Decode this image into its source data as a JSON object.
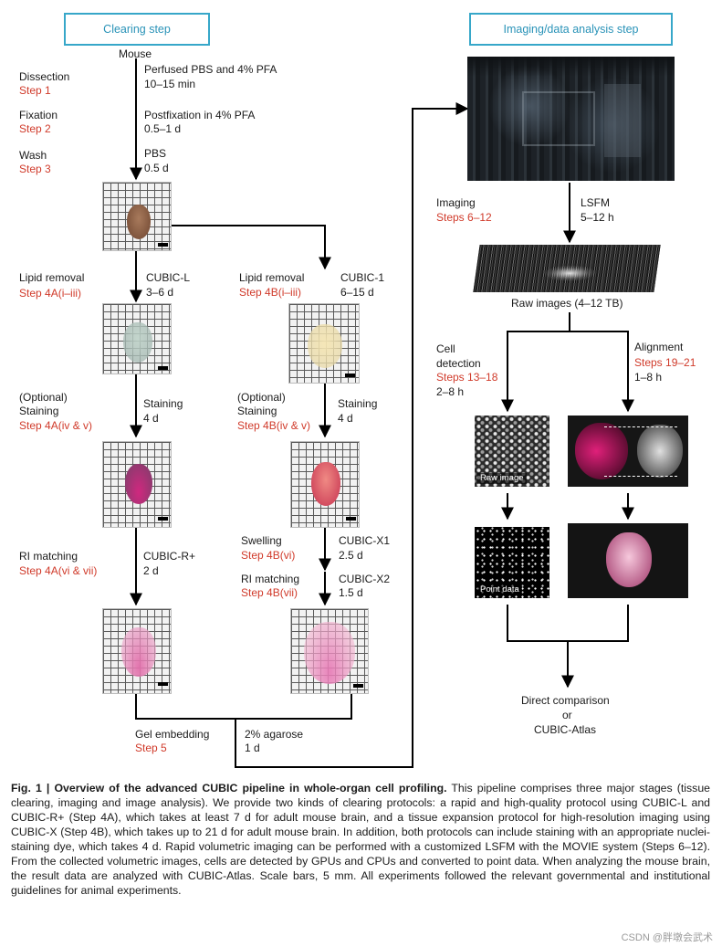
{
  "stages": {
    "clearing": "Clearing step",
    "imaging": "Imaging/data analysis step"
  },
  "left_column": {
    "mouse": "Mouse",
    "dissection": {
      "name": "Dissection",
      "step": "Step 1",
      "reagent": "Perfused PBS and 4% PFA",
      "time": "10–15 min"
    },
    "fixation": {
      "name": "Fixation",
      "step": "Step 2",
      "reagent": "Postfixation in 4% PFA",
      "time": "0.5–1 d"
    },
    "wash": {
      "name": "Wash",
      "step": "Step 3",
      "reagent": "PBS",
      "time": "0.5 d"
    }
  },
  "protocol_a": {
    "lipid": {
      "name": "Lipid removal",
      "step": "Step 4A(i–iii)",
      "reagent": "CUBIC-L",
      "time": "3–6 d"
    },
    "staining": {
      "name1": "(Optional)",
      "name2": "Staining",
      "step": "Step 4A(iv & v)",
      "reagent": "Staining",
      "time": "4 d"
    },
    "ri": {
      "name": "RI matching",
      "step": "Step 4A(vi & vii)",
      "reagent": "CUBIC-R+",
      "time": "2 d"
    }
  },
  "protocol_b": {
    "lipid": {
      "name": "Lipid removal",
      "step": "Step 4B(i–iii)",
      "reagent": "CUBIC-1",
      "time": "6–15 d"
    },
    "staining": {
      "name1": "(Optional)",
      "name2": "Staining",
      "step": "Step 4B(iv & v)",
      "reagent": "Staining",
      "time": "4 d"
    },
    "swelling": {
      "name": "Swelling",
      "step": "Step 4B(vi)",
      "reagent": "CUBIC-X1",
      "time": "2.5 d"
    },
    "ri": {
      "name": "RI matching",
      "step": "Step 4B(vii)",
      "reagent": "CUBIC-X2",
      "time": "1.5 d"
    }
  },
  "embedding": {
    "name": "Gel embedding",
    "step": "Step 5",
    "reagent": "2% agarose",
    "time": "1 d"
  },
  "imaging": {
    "name": "Imaging",
    "step": "Steps 6–12",
    "method": "LSFM",
    "time": "5–12 h",
    "raw": "Raw images (4–12 TB)"
  },
  "detection": {
    "name1": "Cell",
    "name2": "detection",
    "step": "Steps 13–18",
    "time": "2–8 h",
    "raw_tag": "Raw image",
    "point_tag": "Point data"
  },
  "alignment": {
    "name": "Alignment",
    "step": "Steps 19–21",
    "time": "1–8 h"
  },
  "result": {
    "line1": "Direct comparison",
    "line2": "or",
    "line3": "CUBIC-Atlas"
  },
  "caption": {
    "title": "Fig. 1 | Overview of the advanced CUBIC pipeline in whole-organ cell profiling.",
    "body": " This pipeline comprises three major stages (tissue clearing, imaging and image analysis). We provide two kinds of clearing protocols: a rapid and high-quality protocol using CUBIC-L and CUBIC-R+ (Step 4A), which takes at least 7 d for adult mouse brain, and a tissue expansion protocol for high-resolution imaging using CUBIC-X (Step 4B), which takes up to 21 d for adult mouse brain. In addition, both protocols can include staining with an appropriate nuclei-staining dye, which takes 4 d. Rapid volumetric imaging can be performed with a customized LSFM with the MOVIE system (Steps 6–12). From the collected volumetric images, cells are detected by GPUs and CPUs and converted to point data. When analyzing the mouse brain, the result data are analyzed with CUBIC-Atlas. Scale bars, 5 mm. All experiments followed the relevant governmental and institutional guidelines for animal experiments."
  },
  "watermark": "CSDN @胖墩会武术",
  "colors": {
    "step_red": "#d03a2a",
    "stage_border": "#37a7c9",
    "arrow": "#000000"
  }
}
